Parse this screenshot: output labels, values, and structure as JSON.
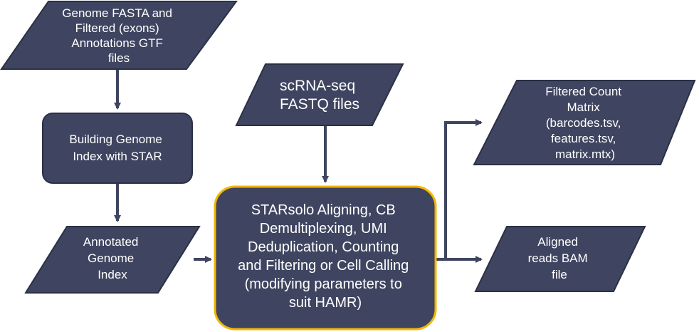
{
  "nodes": {
    "genome_fasta": {
      "lines": [
        "Genome FASTA and",
        "Filtered (exons)",
        "Annotations GTF",
        "files"
      ]
    },
    "build_index": {
      "lines": [
        "Building Genome",
        "Index with STAR"
      ]
    },
    "annotated_index": {
      "lines": [
        "Annotated",
        "Genome",
        "Index"
      ]
    },
    "scrna_fastq": {
      "lines": [
        "scRNA-seq",
        "FASTQ files"
      ]
    },
    "starsolo": {
      "lines": [
        "STARsolo Aligning, CB",
        "Demultiplexing, UMI",
        "Deduplication, Counting",
        "and Filtering or Cell Calling",
        "(modifying parameters to",
        "suit HAMR)"
      ]
    },
    "filtered_matrix": {
      "lines": [
        "Filtered Count",
        "Matrix",
        "(barcodes.tsv,",
        "features.tsv,",
        "matrix.mtx)"
      ]
    },
    "aligned_bam": {
      "lines": [
        "Aligned",
        "reads BAM",
        "file"
      ]
    }
  },
  "colors": {
    "node_fill": "#3f4560",
    "central_border": "#f2b700",
    "arrow": "#3f4560",
    "text": "#ffffff"
  }
}
